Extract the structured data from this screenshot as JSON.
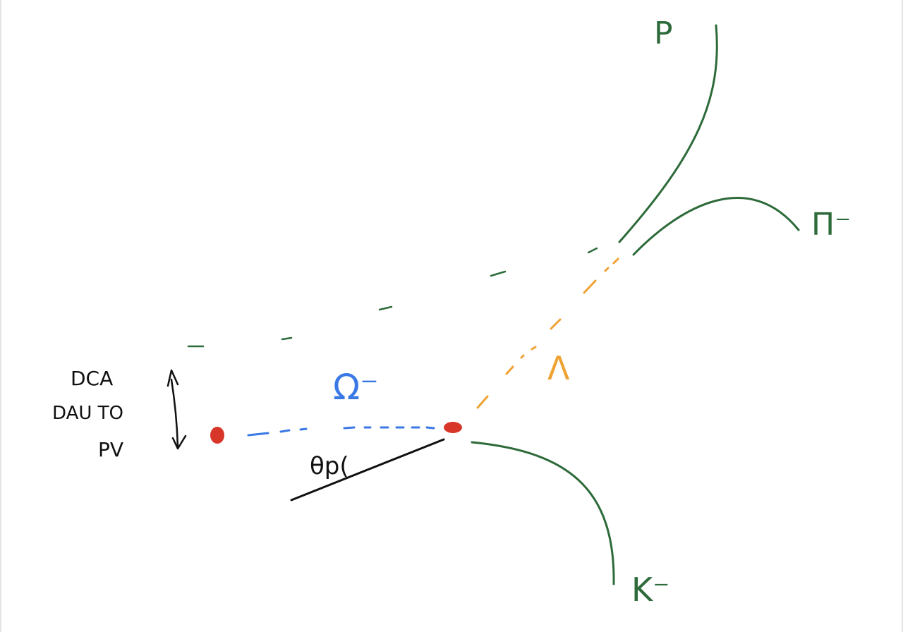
{
  "labels": {
    "proton": "P",
    "pion": "Π⁻",
    "kaon": "K⁻",
    "lambda": "Λ",
    "omega": "Ω⁻",
    "dca_line1": "DCA",
    "dca_line2": "DAU TO",
    "dca_line3": "PV",
    "theta": "θp("
  },
  "colors": {
    "track_green": "#2e6b3a",
    "omega_blue": "#3a78e6",
    "lambda_orange": "#efa234",
    "vertex_red": "#d9362a",
    "ink_black": "#111111"
  }
}
